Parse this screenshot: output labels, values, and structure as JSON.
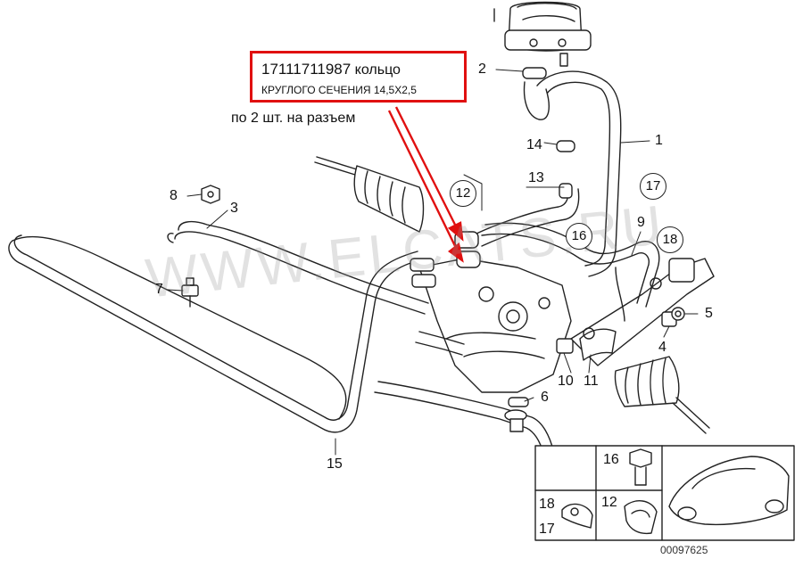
{
  "callout": {
    "part_number": "17111711987",
    "word": "кольцо",
    "line2": "КРУГЛОГО СЕЧЕНИЯ 14,5Х2,5"
  },
  "note": "по 2 шт. на разъем",
  "watermark": "WWW.ELCATS.RU",
  "document_number": "00097625",
  "labels": {
    "n1": "1",
    "n2": "2",
    "n3": "3",
    "n4": "4",
    "n5": "5",
    "n6": "6",
    "n7": "7",
    "n8": "8",
    "n9": "9",
    "n10": "10",
    "n11": "11",
    "n13": "13",
    "n14": "14",
    "n15": "15"
  },
  "circled": {
    "c12": "12",
    "c16": "16",
    "c17": "17",
    "c18": "18"
  },
  "inset": {
    "bolt": "16",
    "clip_a_top": "18",
    "clip_a_bottom": "17",
    "clip_b": "12"
  },
  "colors": {
    "callout_border": "#e01010",
    "arrow": "#e01010",
    "line": "#222222"
  }
}
